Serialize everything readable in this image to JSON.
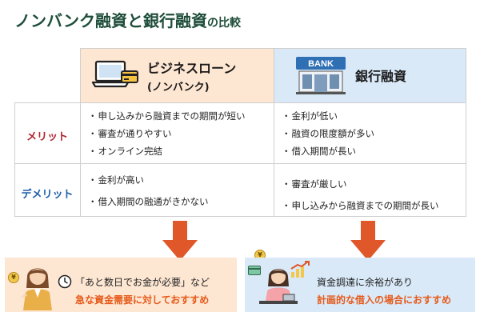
{
  "title": {
    "main": "ノンバンク融資と銀行融資",
    "suffix": "の比較"
  },
  "columns": {
    "nonbank": {
      "name": "ビジネスローン",
      "sub": "(ノンバンク)",
      "icon": "laptop-card-icon"
    },
    "bank": {
      "name": "銀行融資",
      "icon": "bank-building-icon",
      "sign": "BANK"
    }
  },
  "rows": {
    "merit": {
      "label": "メリット",
      "nonbank": [
        "申し込みから融資までの期間が短い",
        "審査が通りやすい",
        "オンライン完結"
      ],
      "bank": [
        "金利が低い",
        "融資の限度額が多い",
        "借入期間が長い"
      ]
    },
    "demerit": {
      "label": "デメリット",
      "nonbank": [
        "金利が高い",
        "借入期間の融通がきかない"
      ],
      "bank": [
        "審査が厳しい",
        "申し込みから融資までの期間が長い"
      ]
    }
  },
  "recommend": {
    "nonbank": {
      "line1": "「あと数日でお金が必要」など",
      "line2": "急な資金需要に対しておすすめ"
    },
    "bank": {
      "line1": "資金調達に余裕があり",
      "line2": "計画的な借入の場合におすすめ"
    }
  },
  "colors": {
    "title": "#1e4d3a",
    "nonbank_bg": "#fde6d2",
    "bank_bg": "#d9e9f8",
    "merit": "#b3242c",
    "demerit": "#1e5fa8",
    "arrow": "#e0572a",
    "highlight": "#e65a1a"
  }
}
